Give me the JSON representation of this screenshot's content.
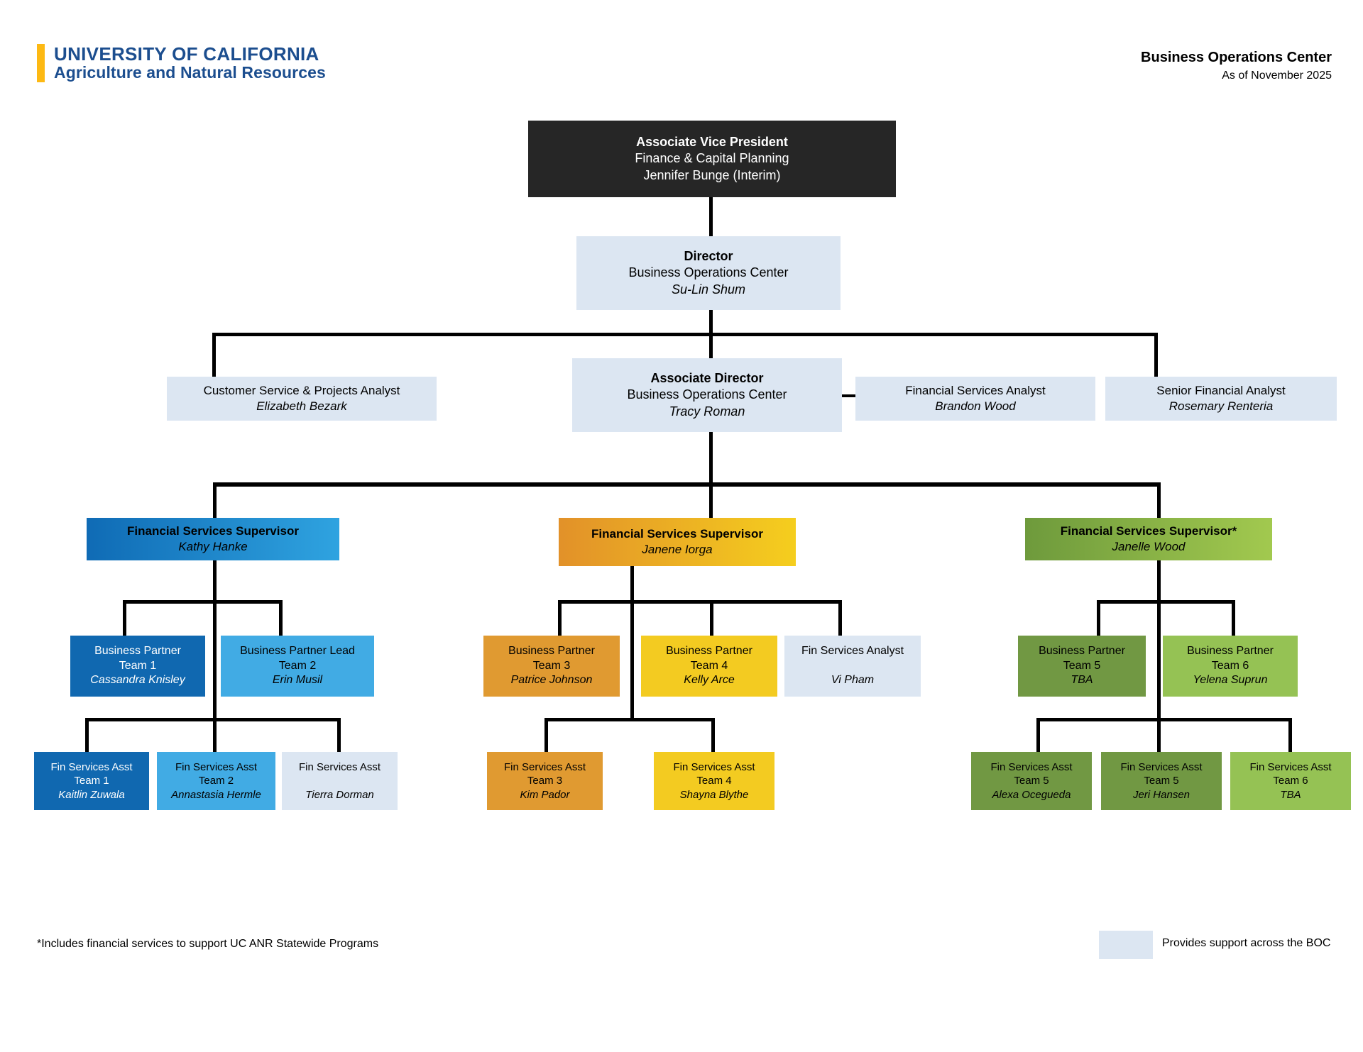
{
  "header": {
    "logo_line1": "UNIVERSITY OF CALIFORNIA",
    "logo_line2": "Agriculture and Natural Resources",
    "title": "Business Operations Center",
    "subtitle": "As of November 2025"
  },
  "colors": {
    "accent_gold": "#FDB913",
    "uc_blue": "#1C4E8F",
    "pale_blue": "#DCE6F2",
    "black_box": "#262626",
    "team_blue_dark": "#1068B0",
    "team_blue_light": "#41ABE4",
    "team_orange_dark": "#E09A31",
    "team_orange_light": "#F3CB21",
    "team_green_dark": "#719843",
    "team_green_light": "#95C254"
  },
  "nodes": {
    "avp": {
      "title": "Associate Vice President",
      "unit": "Finance & Capital Planning",
      "person": "Jennifer Bunge (Interim)"
    },
    "director": {
      "title": "Director",
      "unit": "Business Operations Center",
      "person": "Su-Lin Shum"
    },
    "assoc_director": {
      "title": "Associate Director",
      "unit": "Business Operations Center",
      "person": "Tracy Roman"
    },
    "cs_projects_analyst": {
      "title": "Customer Service & Projects Analyst",
      "person": "Elizabeth Bezark"
    },
    "fin_services_analyst": {
      "title": "Financial Services Analyst",
      "person": "Brandon Wood"
    },
    "senior_fin_analyst": {
      "title": "Senior Financial Analyst",
      "person": "Rosemary Renteria"
    },
    "sup_blue": {
      "title": "Financial Services Supervisor",
      "person": "Kathy Hanke"
    },
    "sup_orange": {
      "title": "Financial Services Supervisor",
      "person": "Janene Iorga"
    },
    "sup_green": {
      "title": "Financial Services Supervisor*",
      "person": "Janelle Wood"
    },
    "bp_t1": {
      "title": "Business Partner",
      "team": "Team 1",
      "person": "Cassandra Knisley"
    },
    "bp_t2": {
      "title": "Business Partner Lead",
      "team": "Team 2",
      "person": "Erin Musil"
    },
    "bp_t3": {
      "title": "Business Partner",
      "team": "Team 3",
      "person": "Patrice Johnson"
    },
    "bp_t4": {
      "title": "Business Partner",
      "team": "Team 4",
      "person": "Kelly Arce"
    },
    "fin_analyst_vi": {
      "title": "Fin Services Analyst",
      "team": "",
      "person": "Vi Pham"
    },
    "bp_t5": {
      "title": "Business Partner",
      "team": "Team 5",
      "person": "TBA"
    },
    "bp_t6": {
      "title": "Business Partner",
      "team": "Team 6",
      "person": "Yelena Suprun"
    },
    "fa_t1": {
      "title": "Fin Services Asst",
      "team": "Team 1",
      "person": "Kaitlin Zuwala"
    },
    "fa_t2": {
      "title": "Fin Services Asst",
      "team": "Team 2",
      "person": "Annastasia Hermle"
    },
    "fa_dorman": {
      "title": "Fin Services Asst",
      "team": "",
      "person": "Tierra Dorman"
    },
    "fa_t3": {
      "title": "Fin Services Asst",
      "team": "Team 3",
      "person": "Kim Pador"
    },
    "fa_t4": {
      "title": "Fin Services Asst",
      "team": "Team 4",
      "person": "Shayna Blythe"
    },
    "fa_t5a": {
      "title": "Fin Services Asst",
      "team": "Team 5",
      "person": "Alexa Ocegueda"
    },
    "fa_t5b": {
      "title": "Fin Services Asst",
      "team": "Team 5",
      "person": "Jeri Hansen"
    },
    "fa_t6": {
      "title": "Fin Services Asst",
      "team": "Team 6",
      "person": "TBA"
    }
  },
  "footer": {
    "footnote": "*Includes financial services to support UC ANR Statewide Programs",
    "legend_label": "Provides support across the BOC"
  }
}
